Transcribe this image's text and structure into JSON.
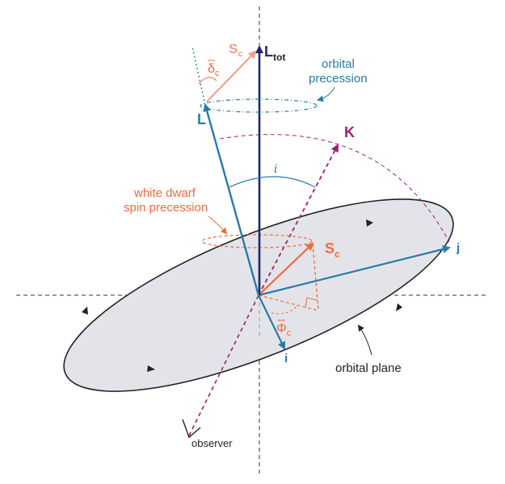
{
  "labels": {
    "l_tot_main": "L",
    "l_tot_sub": "tot",
    "sc_top_main": "S",
    "sc_top_sub": "c",
    "delta_main": "δ",
    "delta_sub": "c",
    "orbital_precession_line1": "orbital",
    "orbital_precession_line2": "precession",
    "l_vector": "L",
    "k_vector": "K",
    "inclination": "i",
    "wd_line1": "white dwarf",
    "wd_line2": "spin precession",
    "sc_vector_main": "S",
    "sc_vector_sub": "c",
    "j_axis": "j",
    "phi_main": "Φ",
    "phi_sub": "c",
    "i_axis": "i",
    "orbital_plane": "orbital plane",
    "observer": "observer"
  },
  "colors": {
    "l_tot": "#1f2a6b",
    "l_vec": "#2a7aa8",
    "k_vec": "#a0216a",
    "sc_light": "#f0a08c",
    "sc_orange": "#ef6a3c",
    "orbit_fill": "#e3e4ea",
    "axis_dash": "#333333"
  }
}
